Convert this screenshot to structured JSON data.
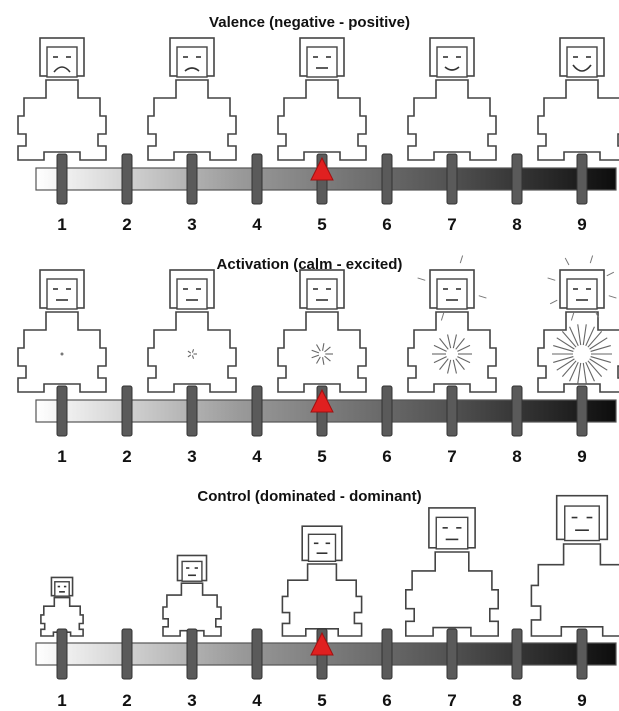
{
  "scales": [
    {
      "title": "Valence (negative - positive)",
      "selected": 5,
      "numbers": [
        "1",
        "2",
        "3",
        "4",
        "5",
        "6",
        "7",
        "8",
        "9"
      ],
      "figures": [
        {
          "step": 1,
          "expression": "very-sad"
        },
        {
          "step": 3,
          "expression": "sad"
        },
        {
          "step": 5,
          "expression": "neutral"
        },
        {
          "step": 7,
          "expression": "smile"
        },
        {
          "step": 9,
          "expression": "big-smile"
        }
      ]
    },
    {
      "title": "Activation (calm - excited)",
      "selected": 5,
      "numbers": [
        "1",
        "2",
        "3",
        "4",
        "5",
        "6",
        "7",
        "8",
        "9"
      ],
      "figures": [
        {
          "step": 1,
          "arousal": 1
        },
        {
          "step": 3,
          "arousal": 2
        },
        {
          "step": 5,
          "arousal": 3
        },
        {
          "step": 7,
          "arousal": 4
        },
        {
          "step": 9,
          "arousal": 5
        }
      ]
    },
    {
      "title": "Control (dominated - dominant)",
      "selected": 5,
      "numbers": [
        "1",
        "2",
        "3",
        "4",
        "5",
        "6",
        "7",
        "8",
        "9"
      ],
      "figures": [
        {
          "step": 1,
          "size": 1
        },
        {
          "step": 3,
          "size": 2
        },
        {
          "step": 5,
          "size": 3
        },
        {
          "step": 7,
          "size": 4
        },
        {
          "step": 9,
          "size": 5
        }
      ]
    }
  ],
  "colors": {
    "marker": "#e02020",
    "peg": "#5a5a5a",
    "bar_light": "#ffffff",
    "bar_dark": "#111111"
  }
}
